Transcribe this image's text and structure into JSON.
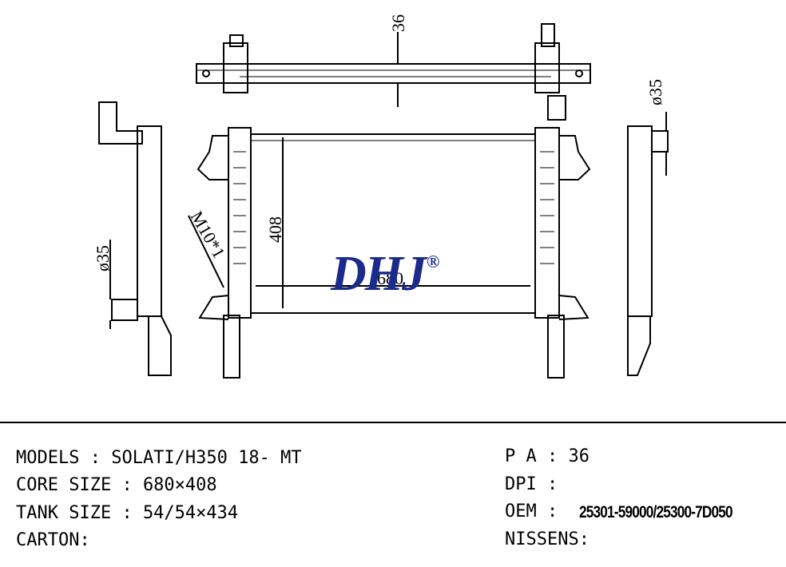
{
  "drawing": {
    "dimensions": {
      "top_height": "36",
      "side_diameter_right": "ø35",
      "side_diameter_left": "ø35",
      "core_height": "408",
      "core_width": "680",
      "thread": "M10*1"
    },
    "logo": {
      "text": "DHJ",
      "mark": "®"
    }
  },
  "specs": {
    "models": "MODELS : SOLATI/H350 18- MT",
    "core_size": "CORE SIZE : 680×408",
    "tank_size": "TANK SIZE : 54/54×434",
    "carton": "CARTON:",
    "pa": "P A : 36",
    "dpi": "DPI :",
    "oem_label": "OEM :",
    "oem_value": "25301-59000/25300-7D050",
    "nissens": "NISSENS:"
  }
}
